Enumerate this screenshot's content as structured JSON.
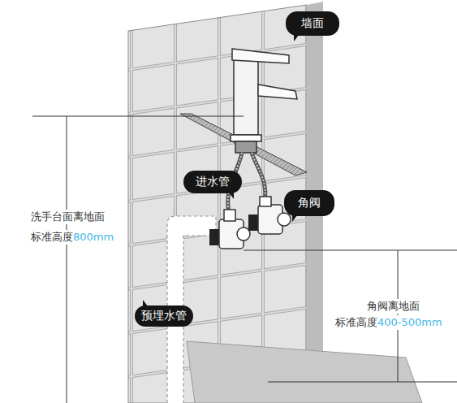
{
  "diagram": {
    "nodes": [
      {
        "text": [
          "墙面"
        ]
      },
      {
        "text": [
          "进水管"
        ]
      },
      {
        "text": [
          "角阀"
        ]
      },
      {
        "text": [
          "预埋水管"
        ]
      }
    ],
    "labels": [
      "洗手台面离地面",
      "标准高度",
      "800mm",
      "角阀离地面",
      "标准高度",
      "400-500mm"
    ]
  }
}
